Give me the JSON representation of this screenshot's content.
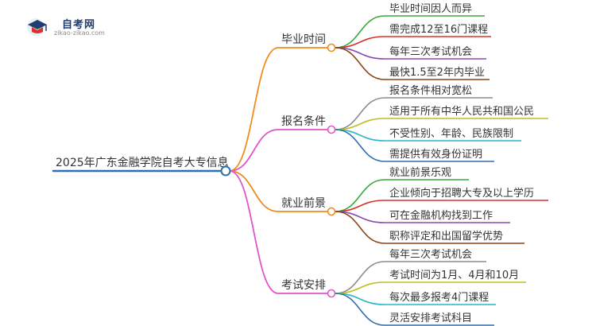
{
  "logo": {
    "name": "自考网",
    "url": "zikao-zikao.com"
  },
  "root": {
    "label": "2025年广东金融学院自考大专信息",
    "color": "#2e6fb0"
  },
  "branches": [
    {
      "label": "毕业时间",
      "color": "#f08c1e",
      "leaves": [
        {
          "label": "毕业时间因人而异",
          "color": "#3aa83a"
        },
        {
          "label": "需完成12至16门课程",
          "color": "#d9322b"
        },
        {
          "label": "每年三次考试机会",
          "color": "#8a49b8"
        },
        {
          "label": "最快1.5至2年内毕业",
          "color": "#8b4513"
        }
      ]
    },
    {
      "label": "报名条件",
      "color": "#e055c8",
      "leaves": [
        {
          "label": "报名条件相对宽松",
          "color": "#8c8c8c"
        },
        {
          "label": "适用于所有中华人民共和国公民",
          "color": "#bfbf1f"
        },
        {
          "label": "不受性别、年龄、民族限制",
          "color": "#2ab6c8"
        },
        {
          "label": "需提供有效身份证明",
          "color": "#2e6fb0"
        }
      ]
    },
    {
      "label": "就业前景",
      "color": "#f08c1e",
      "leaves": [
        {
          "label": "就业前景乐观",
          "color": "#3aa83a"
        },
        {
          "label": "企业倾向于招聘大专及以上学历",
          "color": "#d9322b"
        },
        {
          "label": "可在金融机构找到工作",
          "color": "#8a49b8"
        },
        {
          "label": "职称评定和出国留学优势",
          "color": "#8b4513"
        }
      ]
    },
    {
      "label": "考试安排",
      "color": "#e055c8",
      "leaves": [
        {
          "label": "每年三次考试机会",
          "color": "#8c8c8c"
        },
        {
          "label": "考试时间为1月、4月和10月",
          "color": "#bfbf1f"
        },
        {
          "label": "每次最多报考4门课程",
          "color": "#2ab6c8"
        },
        {
          "label": "灵活安排考试科目",
          "color": "#2e6fb0"
        }
      ]
    }
  ]
}
